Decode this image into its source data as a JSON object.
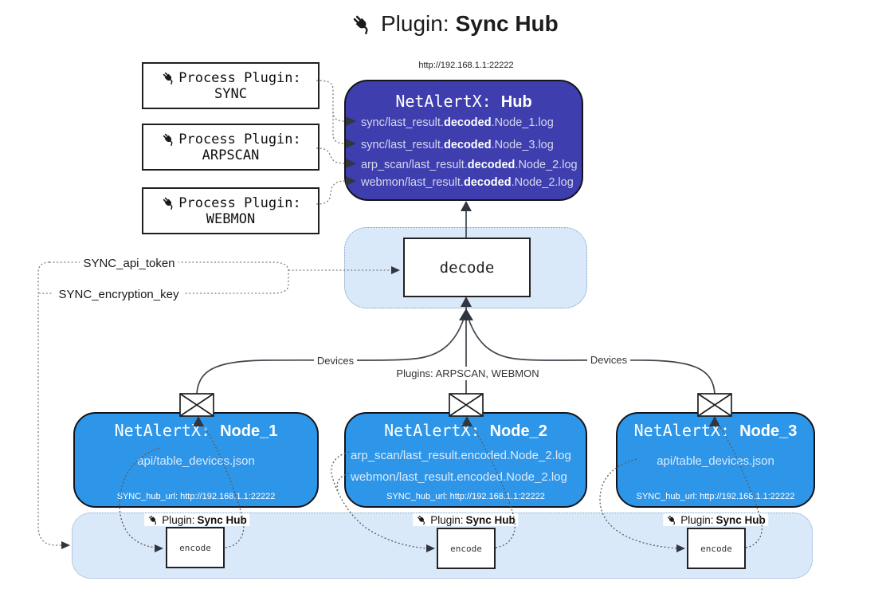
{
  "title": {
    "prefix": "Plugin:",
    "name": "Sync Hub"
  },
  "process_plugins": [
    {
      "line1": "Process Plugin:",
      "line2": "SYNC"
    },
    {
      "line1": "Process Plugin:",
      "line2": "ARPSCAN"
    },
    {
      "line1": "Process Plugin:",
      "line2": "WEBMON"
    }
  ],
  "hub": {
    "url_label": "http://192.168.1.1:22222",
    "name_prefix": "NetAlertX:",
    "name": "Hub",
    "logs": [
      {
        "pre": "sync/last_result.",
        "mid": "decoded",
        "post": ".Node_1.log"
      },
      {
        "pre": "sync/last_result.",
        "mid": "decoded",
        "post": ".Node_3.log"
      },
      {
        "pre": "arp_scan/last_result.",
        "mid": "decoded",
        "post": ".Node_2.log"
      },
      {
        "pre": "webmon/last_result.",
        "mid": "decoded",
        "post": ".Node_2.log"
      }
    ]
  },
  "decode_box": {
    "label": "decode"
  },
  "config": {
    "api_token": "SYNC_api_token",
    "encryption_key": "SYNC_encryption_key"
  },
  "edge_labels": {
    "left": "Devices",
    "center": "Plugins: ARPSCAN, WEBMON",
    "right": "Devices"
  },
  "nodes": [
    {
      "name_prefix": "NetAlertX:",
      "name": "Node_1",
      "files": [
        "api/table_devices.json"
      ],
      "hub_url": "SYNC_hub_url: http://192.168.1.1:22222"
    },
    {
      "name_prefix": "NetAlertX:",
      "name": "Node_2",
      "files": [
        "arp_scan/last_result.encoded.Node_2.log",
        "webmon/last_result.encoded.Node_2.log"
      ],
      "hub_url": "SYNC_hub_url: http://192.168.1.1:22222"
    },
    {
      "name_prefix": "NetAlertX:",
      "name": "Node_3",
      "files": [
        "api/table_devices.json"
      ],
      "hub_url": "SYNC_hub_url: http://192.168.1.1:22222"
    }
  ],
  "encode_band": {
    "labels": [
      {
        "prefix": "Plugin:",
        "name": "Sync Hub"
      },
      {
        "prefix": "Plugin:",
        "name": "Sync Hub"
      },
      {
        "prefix": "Plugin:",
        "name": "Sync Hub"
      }
    ],
    "encode_label": "encode"
  },
  "colors": {
    "hub_fill": "#3e3eae",
    "node_fill": "#2e96e9",
    "band_fill": "#d9e9fa",
    "band_border": "#7d9ec4",
    "arrow_dark": "#30353f",
    "log_text": "#d6d7ec"
  }
}
